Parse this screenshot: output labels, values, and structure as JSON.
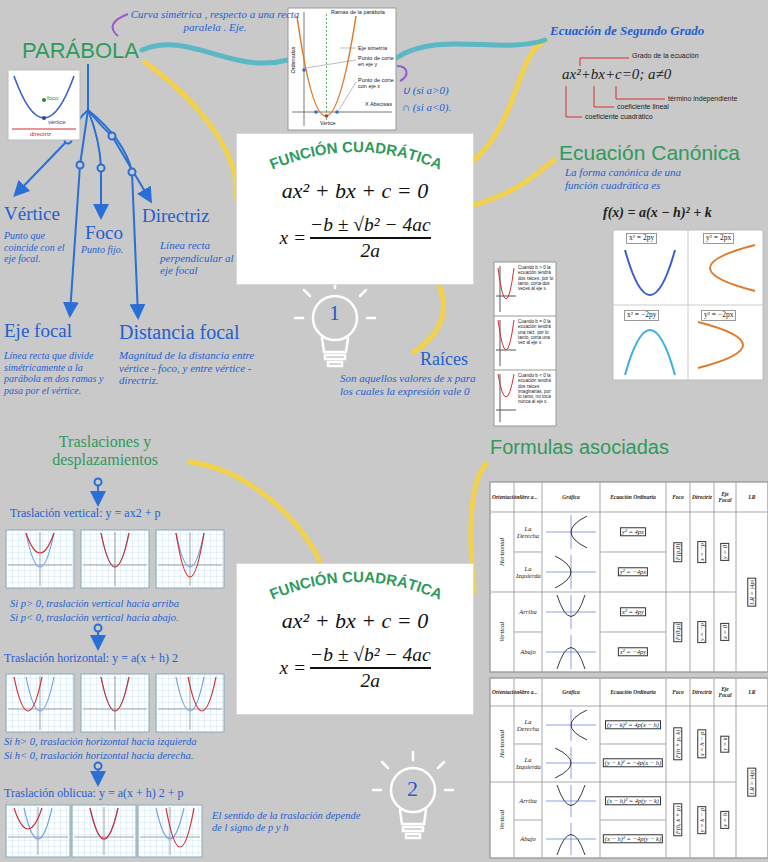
{
  "diagram": {
    "nodes": [
      {
        "text": [
          "FUNCIÓN CUADRÁTICA",
          "ax² + bx + c = 0",
          "x =",
          "−b ± √b² − 4ac",
          "2a"
        ]
      },
      {
        "text": [
          "FUNCIÓN CUADRÁTICA",
          "ax² + bx + c = 0",
          "x =",
          "−b ± √b² − 4ac",
          "2a"
        ]
      }
    ],
    "labels": [
      "PARÁBOLA",
      "Curva simétrica , respecto a una recta paralela . Eje.",
      "Ramas de la parábola",
      "Eje simetría",
      "Punto de corte en eje y",
      "Punto de corte con eje x",
      "X Abscisas",
      "Vértice",
      "Ordenadas",
      "∪ (si a>0)",
      "∩ (si a<0).",
      "Ecuación de Segundo Grado",
      "ax²+bx+c=0; a≠0",
      "Grado de la ecuación",
      "término independiente",
      "coeficiente lineal",
      "coeficiente cuadrático",
      "Ecuación Canónica",
      "La forma canónica de una función cuadrática es",
      "f(x) = a(x − h)² + k",
      "x² = 2py",
      "y² = 2px",
      "x² = −2py",
      "y² = −2px",
      "foco",
      "vértice",
      "directriz",
      "Vértice",
      "Punto que coincide con el eje focal.",
      "Foco",
      "Punto fijo.",
      "Directriz",
      "Línea recta perpendicular al eje focal",
      "Eje focal",
      "Línea recta que divide simétricamente a la parábola en dos ramas y pasa por el vértice.",
      "Distancia focal",
      "Magnitud de la distancia entre vértice - foco, y entre vértice - directriz.",
      "1",
      "Raíces",
      "Son aquellos valores de x para los cuales la expresión vale 0",
      "Cuando b > 0 la ecuación tendrá dos raíces, por lo tanto, corta dos veces al eje x.",
      "Cuando b = 0 la ecuación tendrá una raíz, por lo tanto, corta una vez al eje x.",
      "Cuando b < 0 la ecuación tendrá dos raíces imaginarias, por lo tanto, no toca nunca al eje x.",
      "Traslaciones y desplazamientos",
      "Traslación vertical: y = ax2 + p",
      "Si p> 0, traslación vertical hacia arriba",
      "Si p< 0, traslación vertical hacia abajo.",
      "Traslación horizontal: y = a(x + h) 2",
      "Si h> 0, traslación horizontal hacia izquierda",
      "Si h< 0, traslación horizontal hacia derecha.",
      "Traslación oblicua: y = a(x + h) 2 + p",
      "El sentido de la traslación depende de l signo de p y h",
      "Formulas asociadas",
      "2",
      "Orientación",
      "Abre a...",
      "Gráfica",
      "Ecuación Ordinaria",
      "Foco",
      "Directriz",
      "Eje Focal",
      "LR",
      "Horizontal",
      "La Derecha",
      "y² = 4px",
      "F(p,0)",
      "x = −p",
      "y = 0",
      "La Izquierda",
      "y² = −4px",
      "Vertical",
      "Arriba",
      "x² = 4py",
      "F(0,p)",
      "y = −p",
      "x = 0",
      "Abajo",
      "x² = −4py",
      "LR = |4p|",
      "Orientación",
      "Abre a...",
      "Gráfica",
      "Ecuación Ordinaria",
      "Foco",
      "Directriz",
      "Eje Focal",
      "LR",
      "Horizontal",
      "La Derecha",
      "(y − k)² = 4p(x − h)",
      "F(h + p, k)",
      "x = h − p",
      "y = k",
      "La Izquierda",
      "(y − k)² = −4p(x − h)",
      "Vertical",
      "Arriba",
      "(x − h)² = 4p(y − k)",
      "F(h, k + p)",
      "y = k − p",
      "x = h",
      "Abajo",
      "(x − h)² = −4p(y − k)",
      "LR = |4p|"
    ]
  }
}
